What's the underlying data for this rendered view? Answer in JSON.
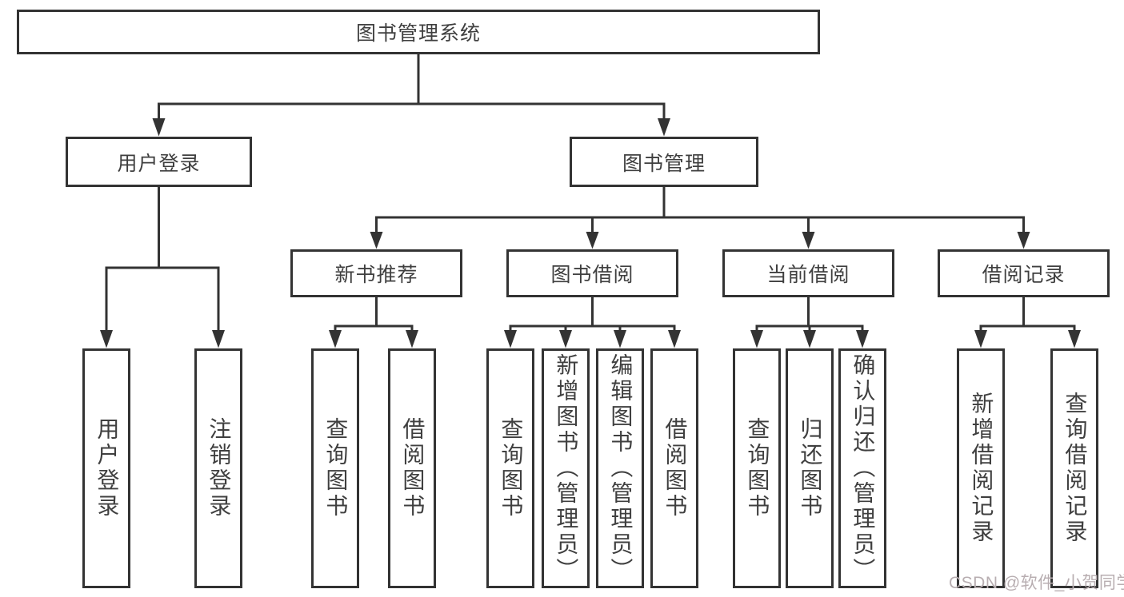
{
  "tree": {
    "root": {
      "label": "图书管理系统",
      "children": [
        {
          "label": "用户登录",
          "children": [
            {
              "label": "用户登录"
            },
            {
              "label": "注销登录"
            }
          ]
        },
        {
          "label": "图书管理",
          "children": [
            {
              "label": "新书推荐",
              "children": [
                {
                  "label": "查询图书"
                },
                {
                  "label": "借阅图书"
                }
              ]
            },
            {
              "label": "图书借阅",
              "children": [
                {
                  "label": "查询图书"
                },
                {
                  "label": "新增图书（管理员）"
                },
                {
                  "label": "编辑图书（管理员）"
                },
                {
                  "label": "借阅图书"
                }
              ]
            },
            {
              "label": "当前借阅",
              "children": [
                {
                  "label": "查询图书"
                },
                {
                  "label": "归还图书"
                },
                {
                  "label": "确认归还（管理员）"
                }
              ]
            },
            {
              "label": "借阅记录",
              "children": [
                {
                  "label": "新增借阅记录"
                },
                {
                  "label": "查询借阅记录"
                }
              ]
            }
          ]
        }
      ]
    }
  },
  "watermark": {
    "text": "CSDN @软件_小贺同学"
  },
  "colors": {
    "line": "#333333",
    "box_border": "#333333",
    "text": "#3f3f3f",
    "watermark": "#b8aeb1",
    "background": "#ffffff"
  }
}
